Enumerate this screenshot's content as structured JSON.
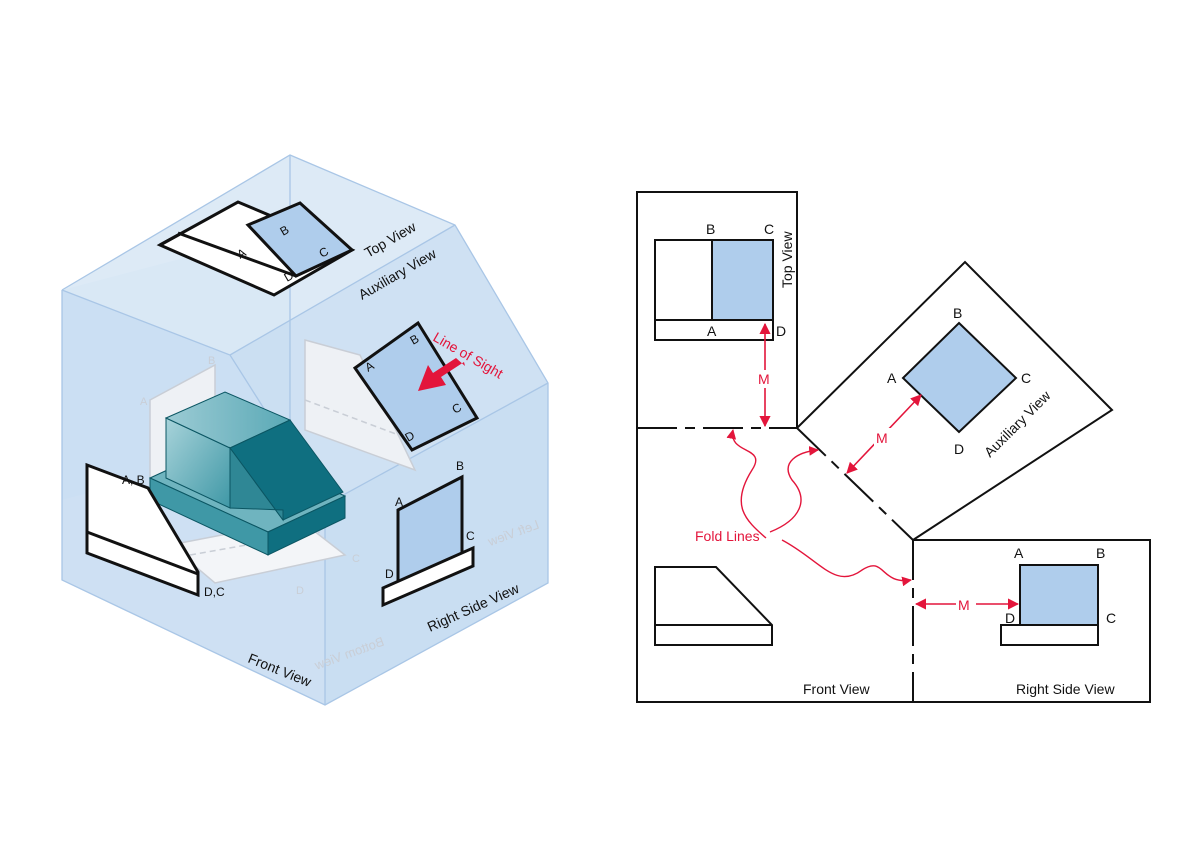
{
  "colors": {
    "glass_fill": "#cfe0f3",
    "glass_edge": "#a9c6e6",
    "view_fill": "#afcdec",
    "object_teal": "#0f6f80",
    "object_teal_light": "#8fc2cc",
    "accent_red": "#e3153b",
    "ink": "#111111"
  },
  "left_diagram": {
    "top_view_label": "Top View",
    "auxiliary_view_label": "Auxiliary View",
    "line_of_sight_label": "Line of Sight",
    "right_side_view_label": "Right Side View",
    "front_view_label": "Front View",
    "bottom_view_label_mirrored": "Bottom View",
    "left_view_label_mirrored": "Left View",
    "top_view_points": {
      "a": "A",
      "b": "B",
      "c": "C",
      "d": "D"
    },
    "aux_view_points": {
      "a": "A",
      "b": "B",
      "c": "C",
      "d": "D"
    },
    "right_view_points": {
      "a": "A",
      "b": "B",
      "c": "C",
      "d": "D"
    },
    "front_view_points": {
      "ab": "A, B",
      "dc": "D,C"
    },
    "ghost_points": {
      "a": "A",
      "b": "B",
      "c": "C",
      "d": "D"
    }
  },
  "right_diagram": {
    "top_view_label": "Top View",
    "auxiliary_view_label": "Auxiliary View",
    "front_view_label": "Front View",
    "right_side_view_label": "Right Side View",
    "fold_lines_label": "Fold Lines",
    "dimension_label": "M",
    "top_points": {
      "a": "A",
      "b": "B",
      "c": "C",
      "d": "D"
    },
    "aux_points": {
      "a": "A",
      "b": "B",
      "c": "C",
      "d": "D"
    },
    "right_points": {
      "a": "A",
      "b": "B",
      "c": "C",
      "d": "D"
    }
  }
}
